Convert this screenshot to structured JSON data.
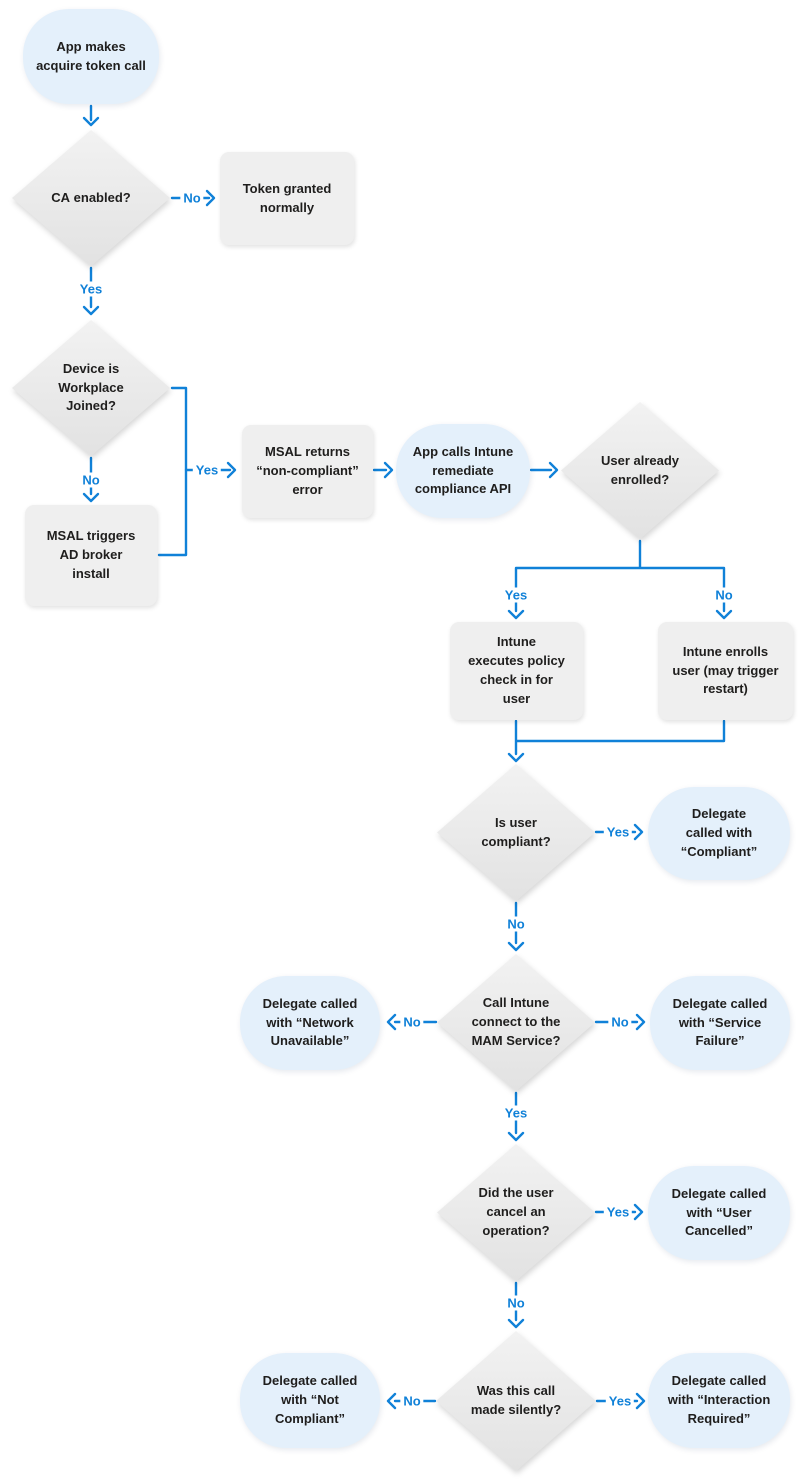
{
  "colors": {
    "background": "#ffffff",
    "arrow": "#1081d8",
    "edge_label": "#1081d8",
    "oval_fill": "#e4f0fb",
    "rect_fill": "#efefef",
    "diamond_top": "#f2f2f2",
    "diamond_bottom": "#e2e2e2",
    "text": "#1f1e1d"
  },
  "nodes": {
    "start": "App makes acquire token call",
    "ca_enabled_prefix": "CA",
    "ca_enabled_rest": " enabled?",
    "token_granted": "Token granted normally",
    "workplace_joined": "Device is Workplace Joined?",
    "broker_install": "MSAL triggers AD broker install",
    "msal_error": "MSAL returns “non-compliant” error",
    "remediate": "App calls Intune remediate compliance API",
    "already_enrolled": "User already enrolled?",
    "policy_checkin": "Intune executes policy check in for user",
    "enroll_user": "Intune enrolls user (may trigger restart)",
    "is_compliant": "Is user compliant?",
    "delegate_compliant": "Delegate called with “Compliant”",
    "mam_connect": "Call Intune connect to the MAM Service?",
    "delegate_network": "Delegate called with “Network Unavailable”",
    "delegate_service": "Delegate called with “Service Failure”",
    "cancel_operation": "Did the user cancel an operation?",
    "delegate_cancelled": "Delegate called with “User Cancelled”",
    "made_silently": "Was this call made silently?",
    "delegate_not_compliant": "Delegate called with “Not Compliant”",
    "delegate_interaction": "Delegate called with “Interaction Required”"
  },
  "edge_labels": {
    "ca_no": "No",
    "ca_yes": "Yes",
    "wj_yes": "Yes",
    "wj_no": "No",
    "enrolled_yes": "Yes",
    "enrolled_no": "No",
    "compliant_yes": "Yes",
    "compliant_no": "No",
    "mam_no_left": "No",
    "mam_no_right": "No",
    "mam_yes": "Yes",
    "cancel_yes": "Yes",
    "cancel_no": "No",
    "silent_no": "No",
    "silent_yes": "Yes"
  }
}
